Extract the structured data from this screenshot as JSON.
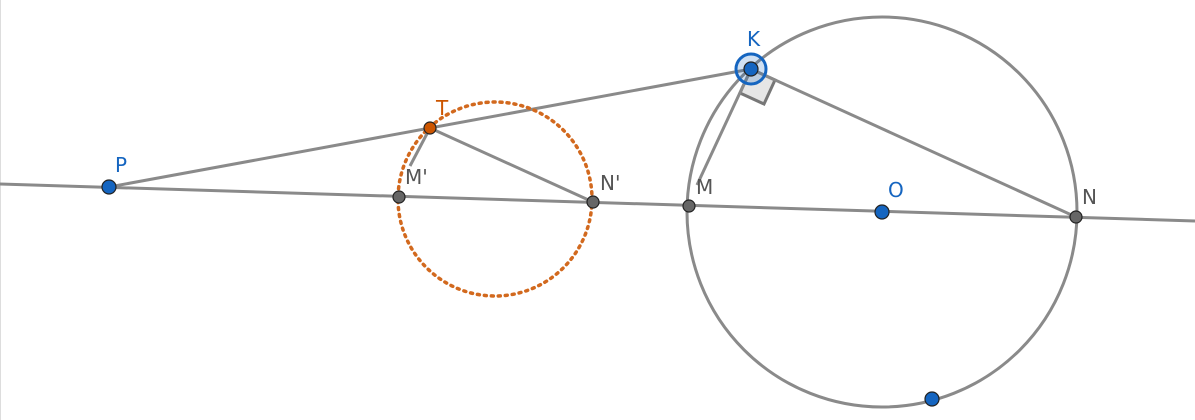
{
  "labels": {
    "P": "P",
    "T": "T",
    "K": "K",
    "M_prime": "M'",
    "N_prime": "N'",
    "M": "M",
    "O": "O",
    "N": "N"
  },
  "colors": {
    "line": "#8a8a8a",
    "blue_point": "#1565c0",
    "orange": "#d2691e",
    "orange_point": "#cc5500",
    "gray_point": "#666666",
    "label_gray": "#555555"
  }
}
